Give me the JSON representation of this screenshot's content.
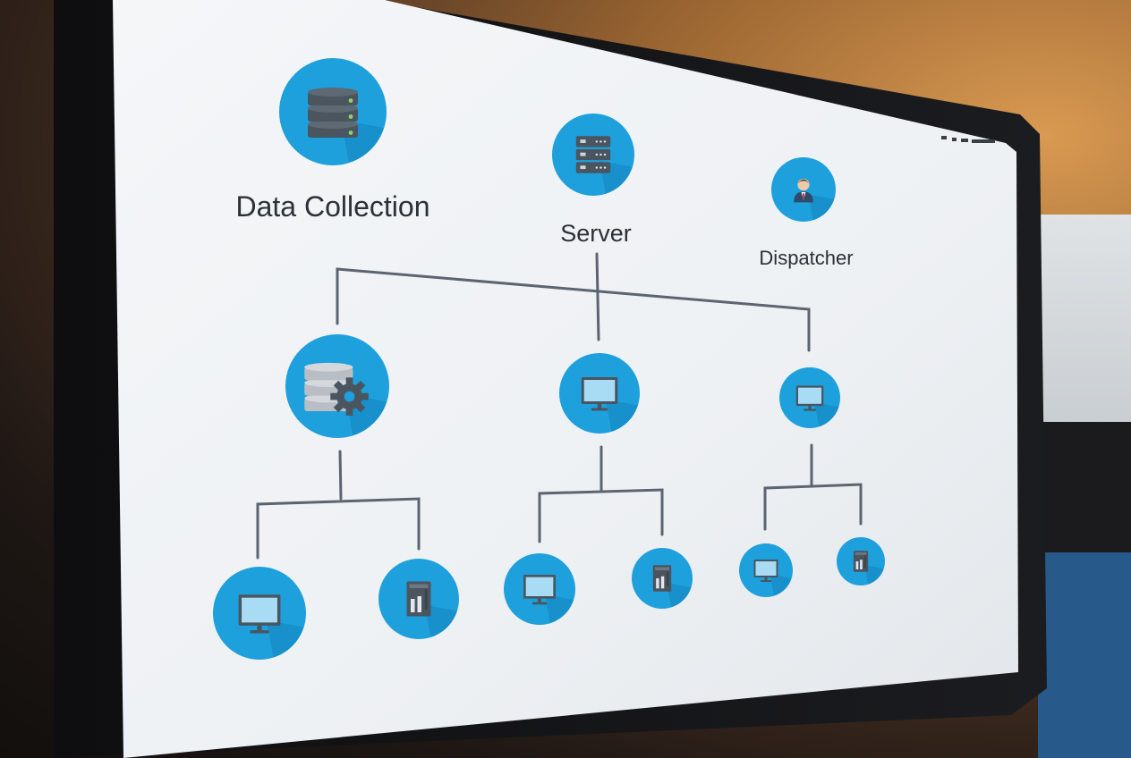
{
  "diagram": {
    "top_nodes": [
      {
        "label": "Data Collection",
        "icon": "database-icon"
      },
      {
        "label": "Server",
        "icon": "server-rack-icon"
      },
      {
        "label": "Dispatcher",
        "icon": "person-icon"
      }
    ],
    "mid_nodes": [
      {
        "icon": "database-gear-icon"
      },
      {
        "icon": "monitor-icon"
      },
      {
        "icon": "monitor-icon"
      }
    ],
    "leaf_nodes": [
      {
        "icon": "monitor-icon"
      },
      {
        "icon": "server-unit-icon"
      },
      {
        "icon": "monitor-icon"
      },
      {
        "icon": "server-unit-icon"
      },
      {
        "icon": "monitor-icon"
      },
      {
        "icon": "server-unit-icon"
      }
    ]
  },
  "colors": {
    "node_fill": "#1ea0dc",
    "node_shadow": "#1284be",
    "connector": "#5b6470",
    "icon_body": "#4b5560",
    "screen": "#a8dcf4"
  }
}
